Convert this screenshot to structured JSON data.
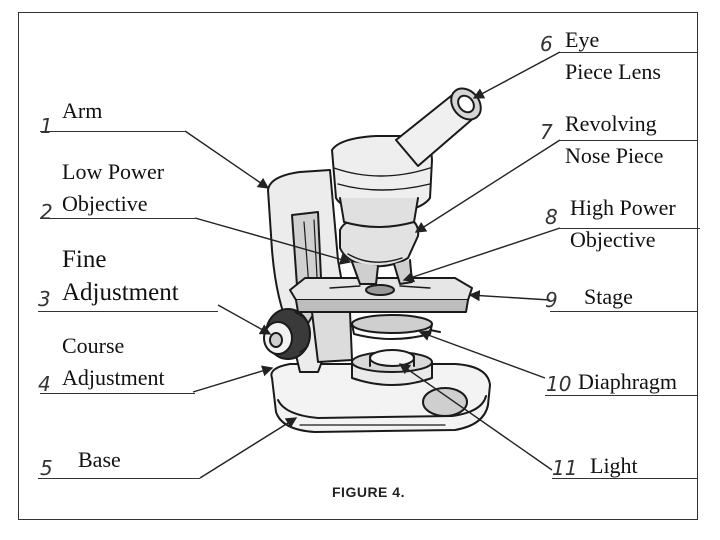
{
  "labels_left": [
    {
      "number": "1",
      "lines": [
        "Arm"
      ]
    },
    {
      "number": "2",
      "lines": [
        "Low Power",
        "Objective"
      ]
    },
    {
      "number": "3",
      "lines": [
        "Fine",
        "Adjustment"
      ]
    },
    {
      "number": "4",
      "lines": [
        "Course",
        "Adjustment"
      ]
    },
    {
      "number": "5",
      "lines": [
        "Base"
      ]
    }
  ],
  "labels_right": [
    {
      "number": "6",
      "lines": [
        "Eye",
        "Piece Lens"
      ]
    },
    {
      "number": "7",
      "lines": [
        "Revolving",
        "Nose Piece"
      ]
    },
    {
      "number": "8",
      "lines": [
        "High Power",
        "Objective"
      ]
    },
    {
      "number": "9",
      "lines": [
        "Stage"
      ]
    },
    {
      "number": "10",
      "lines": [
        "Diaphragm"
      ]
    },
    {
      "number": "11",
      "lines": [
        "Light"
      ]
    }
  ],
  "caption": "FIGURE 4."
}
